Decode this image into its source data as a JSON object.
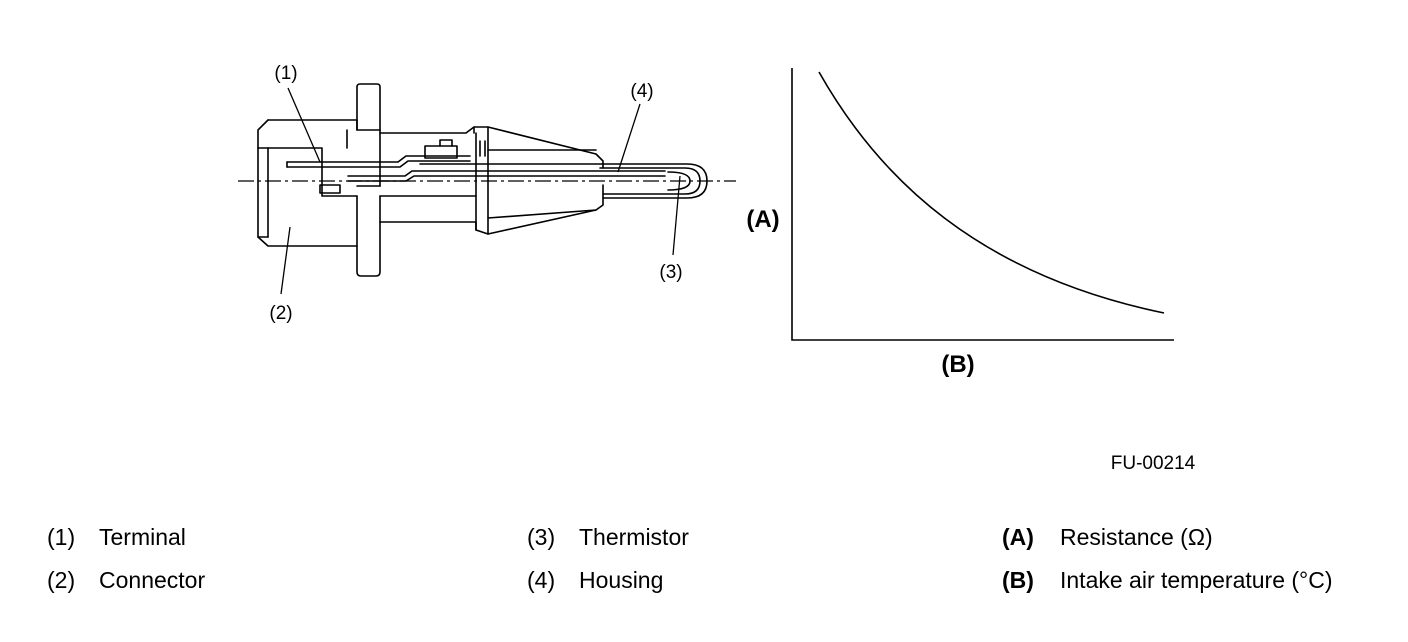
{
  "figure_id": "FU-00214",
  "callouts": {
    "terminal": "(1)",
    "connector": "(2)",
    "thermistor": "(3)",
    "housing": "(4)"
  },
  "graph": {
    "y_axis_label": "(A)",
    "x_axis_label": "(B)"
  },
  "legend": [
    {
      "key": "(1)",
      "text": "Terminal"
    },
    {
      "key": "(2)",
      "text": "Connector"
    },
    {
      "key": "(3)",
      "text": "Thermistor"
    },
    {
      "key": "(4)",
      "text": "Housing"
    },
    {
      "key": "(A)",
      "text": "Resistance (Ω)"
    },
    {
      "key": "(B)",
      "text": "Intake air temperature (°C)"
    }
  ]
}
